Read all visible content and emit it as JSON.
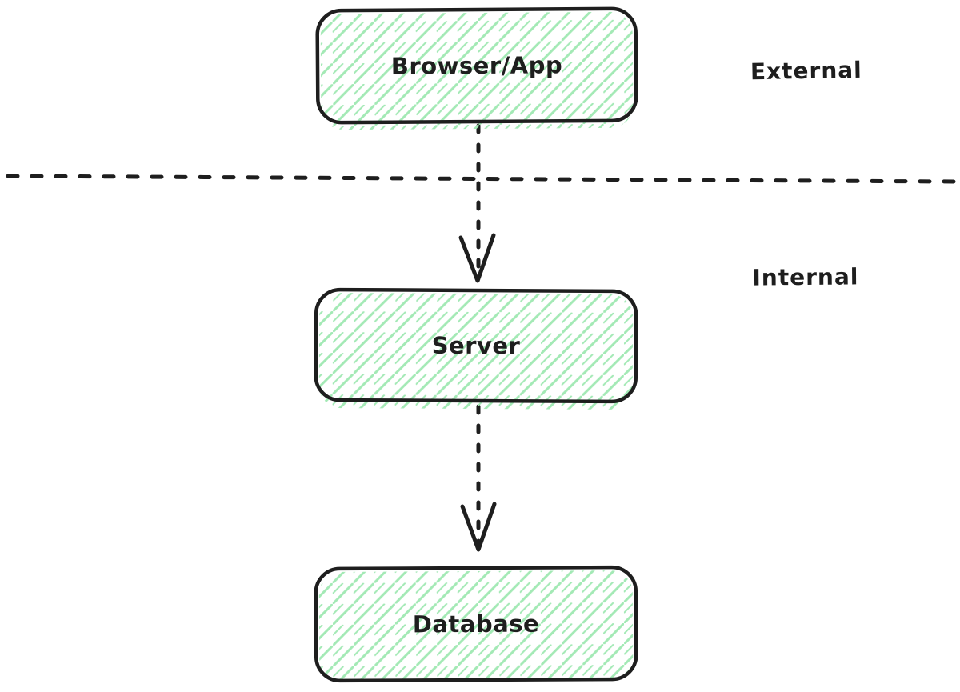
{
  "diagram": {
    "nodes": [
      {
        "id": "browser-app",
        "label": "Browser/App",
        "zone": "External"
      },
      {
        "id": "server",
        "label": "Server",
        "zone": "Internal"
      },
      {
        "id": "database",
        "label": "Database",
        "zone": "Internal"
      }
    ],
    "zones": [
      {
        "id": "external",
        "label": "External"
      },
      {
        "id": "internal",
        "label": "Internal"
      }
    ],
    "edges": [
      {
        "from": "browser-app",
        "to": "server",
        "line_style": "dashed",
        "arrow": "open-v"
      },
      {
        "from": "server",
        "to": "database",
        "line_style": "dashed",
        "arrow": "open-v"
      }
    ],
    "divider": {
      "orientation": "horizontal",
      "line_style": "dashed"
    },
    "colors": {
      "ink": "#1e1e1e",
      "hatch_green": "#a3e9b5",
      "background": "#ffffff"
    }
  }
}
